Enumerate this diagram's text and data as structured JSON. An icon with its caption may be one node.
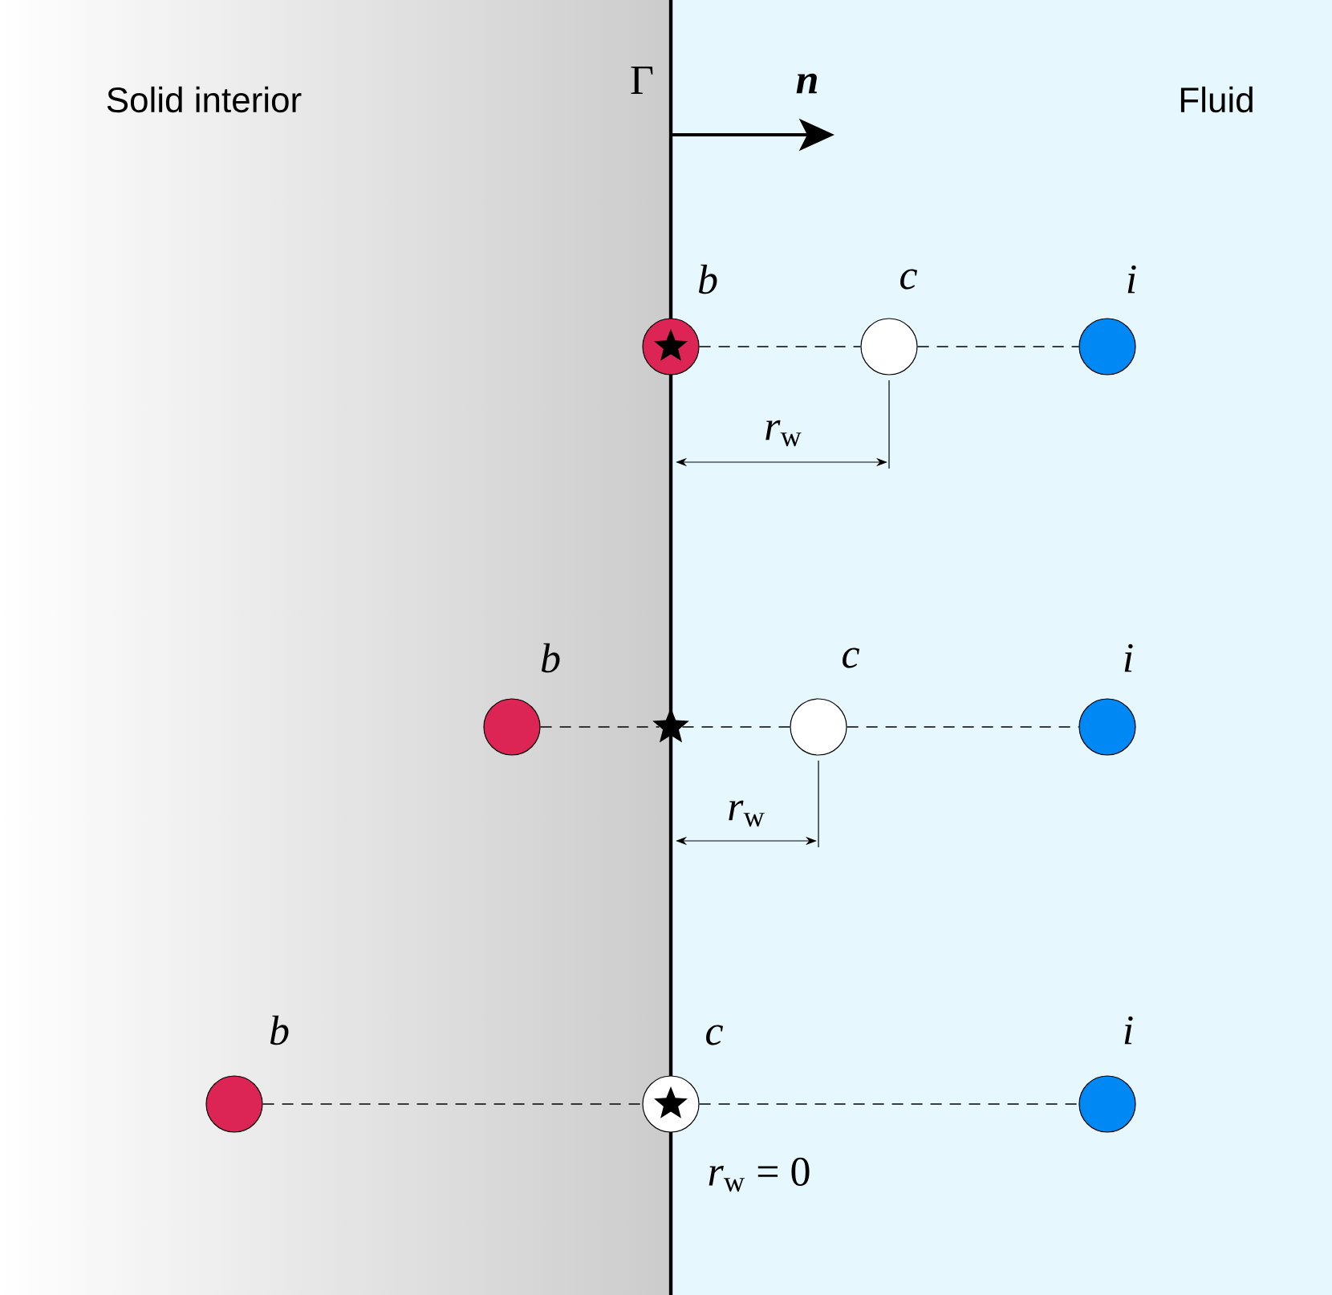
{
  "diagram": {
    "nodes": [
      {
        "text": [],
        "shape": "circle",
        "beside": [
          "b"
        ]
      },
      {
        "text": [],
        "shape": "circle",
        "beside": [
          "c"
        ]
      },
      {
        "text": [],
        "shape": "circle",
        "beside": [
          "i"
        ]
      },
      {
        "text": [],
        "shape": "circle",
        "beside": [
          "b"
        ]
      },
      {
        "text": [],
        "shape": "star"
      },
      {
        "text": [],
        "shape": "circle",
        "beside": [
          "c"
        ]
      },
      {
        "text": [],
        "shape": "circle",
        "beside": [
          "i"
        ]
      },
      {
        "text": [],
        "shape": "circle",
        "beside": [
          "b"
        ]
      },
      {
        "text": [],
        "shape": "circle",
        "beside": [
          "c"
        ]
      },
      {
        "text": [],
        "shape": "circle",
        "beside": [
          "i"
        ]
      }
    ],
    "edges": [
      {
        "from": 0,
        "to": 1,
        "arrow": "none",
        "style": "dashed"
      },
      {
        "from": 1,
        "to": 2,
        "arrow": "none",
        "style": "dashed"
      },
      {
        "from": 3,
        "to": 4,
        "arrow": "none",
        "style": "dashed"
      },
      {
        "from": 4,
        "to": 5,
        "arrow": "none",
        "style": "dashed"
      },
      {
        "from": 5,
        "to": 6,
        "arrow": "none",
        "style": "dashed"
      },
      {
        "from": 7,
        "to": 8,
        "arrow": "none",
        "style": "dashed"
      },
      {
        "from": 8,
        "to": 9,
        "arrow": "none",
        "style": "dashed"
      }
    ],
    "labels": [
      "Solid interior",
      "Γ",
      "n",
      "Fluid",
      "*r*$_{w}$",
      "*r*$_{w}$",
      "*r*$_{w}$ = 0"
    ]
  }
}
